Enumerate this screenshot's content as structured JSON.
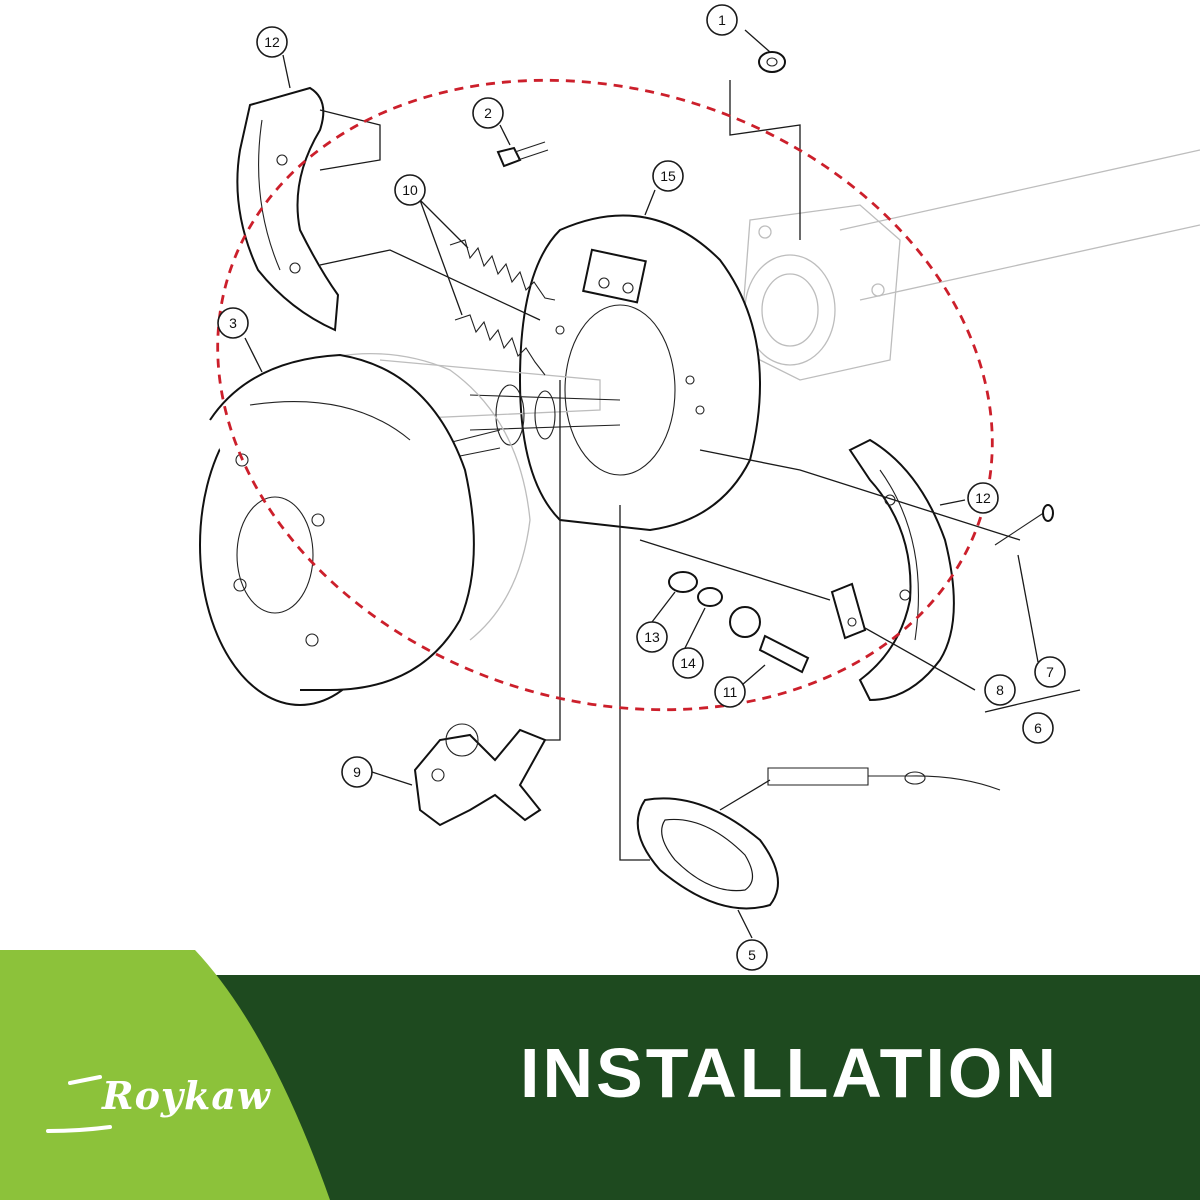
{
  "diagram": {
    "callouts": [
      {
        "id": "c1",
        "label": "1"
      },
      {
        "id": "c2",
        "label": "2"
      },
      {
        "id": "c3",
        "label": "3"
      },
      {
        "id": "c5",
        "label": "5"
      },
      {
        "id": "c6",
        "label": "6"
      },
      {
        "id": "c7",
        "label": "7"
      },
      {
        "id": "c8",
        "label": "8"
      },
      {
        "id": "c9",
        "label": "9"
      },
      {
        "id": "c10",
        "label": "10"
      },
      {
        "id": "c11",
        "label": "11"
      },
      {
        "id": "c12a",
        "label": "12"
      },
      {
        "id": "c12b",
        "label": "12"
      },
      {
        "id": "c13",
        "label": "13"
      },
      {
        "id": "c14",
        "label": "14"
      },
      {
        "id": "c15",
        "label": "15"
      }
    ],
    "highlight_color": "#cc1f2b"
  },
  "banner": {
    "title": "INSTALLATION",
    "logo_text": "Roykaw",
    "dark_color": "#1e4a1f",
    "light_color": "#8cc23a"
  }
}
